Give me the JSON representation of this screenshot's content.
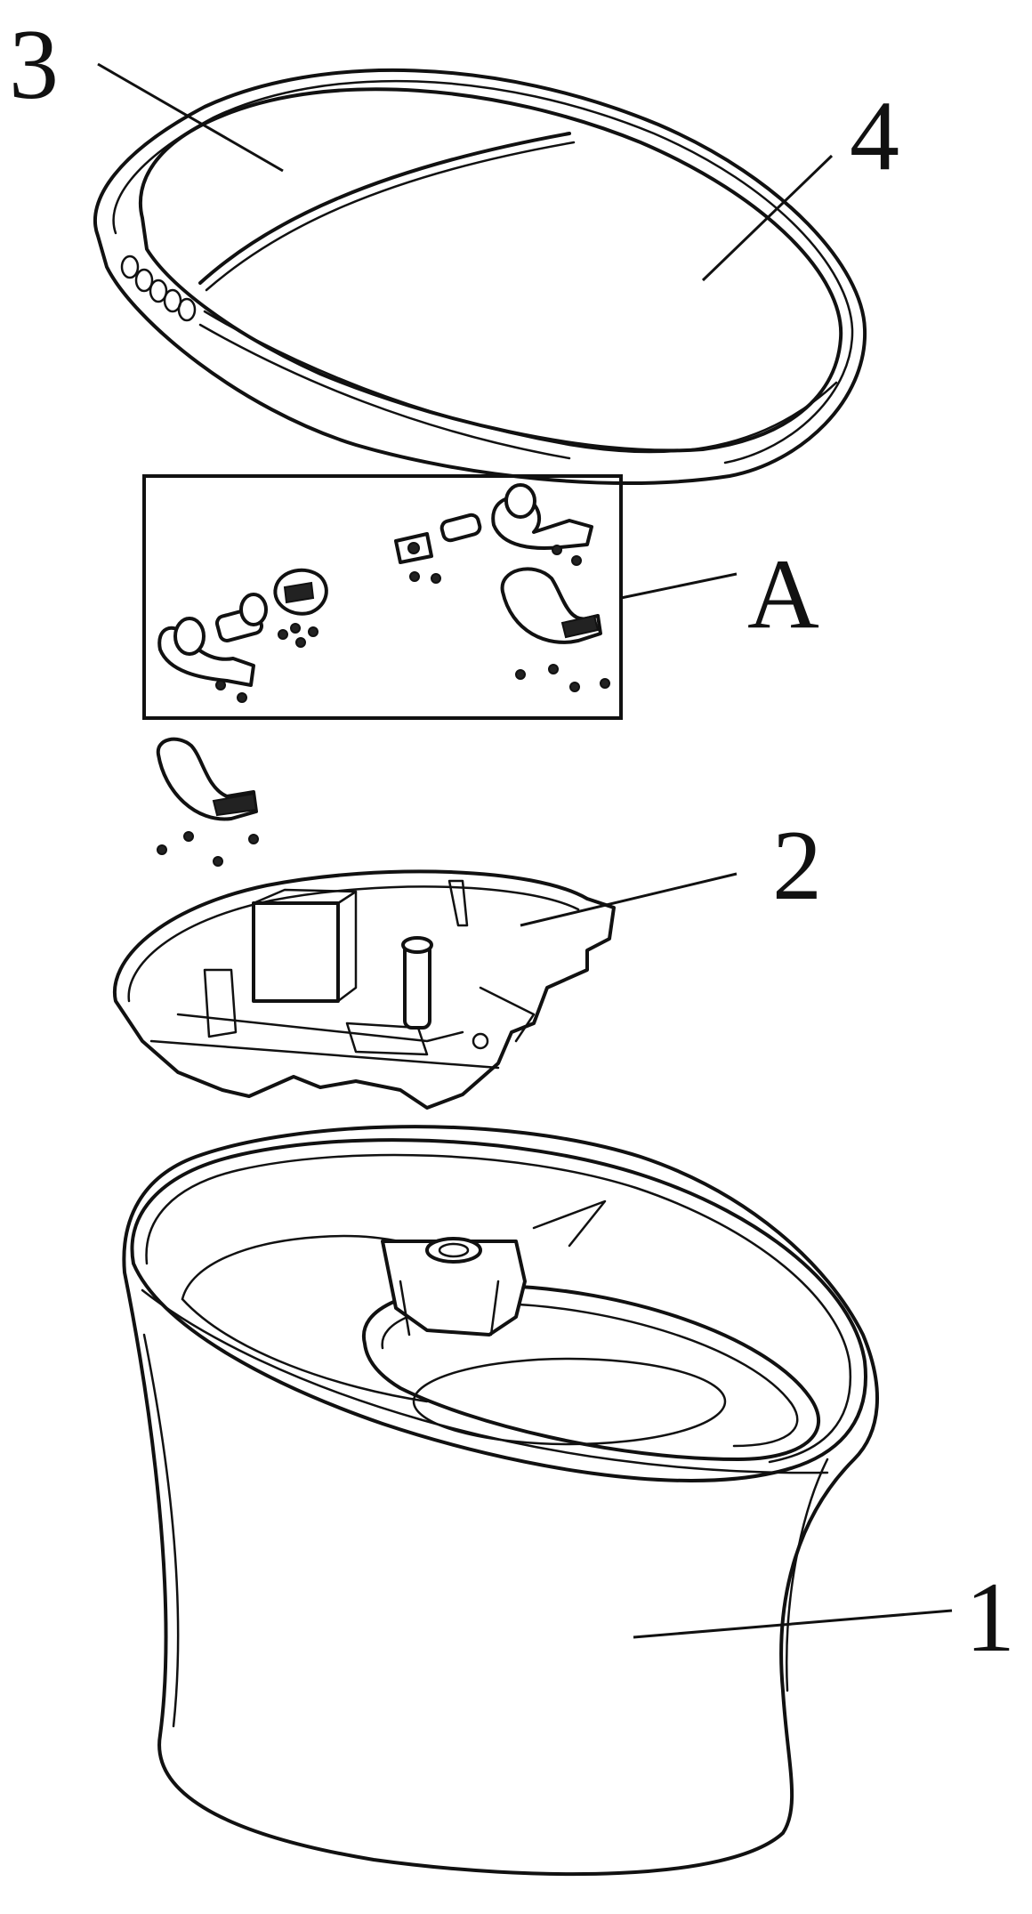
{
  "callouts": {
    "part_1": "1",
    "part_2": "2",
    "part_3": "3",
    "part_4": "4",
    "detail_a": "A"
  },
  "colors": {
    "ink": "#111111",
    "paper": "#ffffff"
  }
}
